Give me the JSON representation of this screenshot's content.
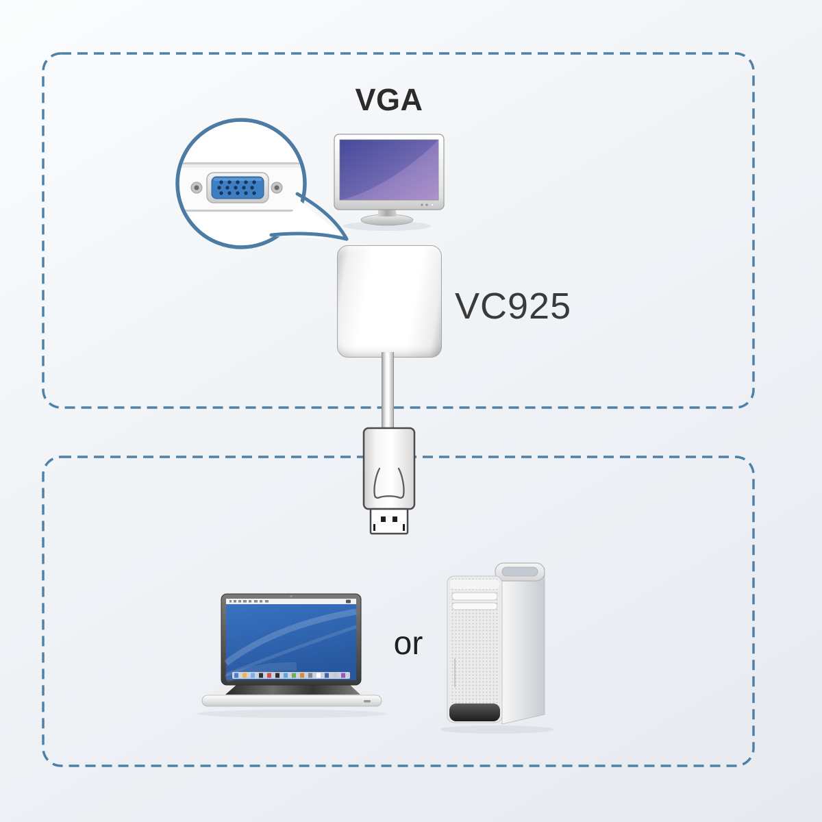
{
  "labels": {
    "output_standard": "VGA",
    "model": "VC925",
    "conjunction": "or"
  },
  "colors": {
    "dashed_border": "#4e81a8",
    "vga_port_blue": "#3e7ec2",
    "monitor_screen_gradient": [
      "#45499a",
      "#a88cc6"
    ],
    "laptop_wallpaper_blue": "#2e68b4",
    "label_text": "#2e2e2e",
    "background_gradient": [
      "#fbfcfd",
      "#e6eaef"
    ]
  },
  "icons": {
    "monitor": "vga-monitor-illustration",
    "callout": "vga-port-magnifier-callout",
    "adapter": "vc925-adapter-body",
    "connector": "displayport-connector",
    "laptop": "laptop-source-device",
    "tower": "desktop-tower-source-device"
  }
}
